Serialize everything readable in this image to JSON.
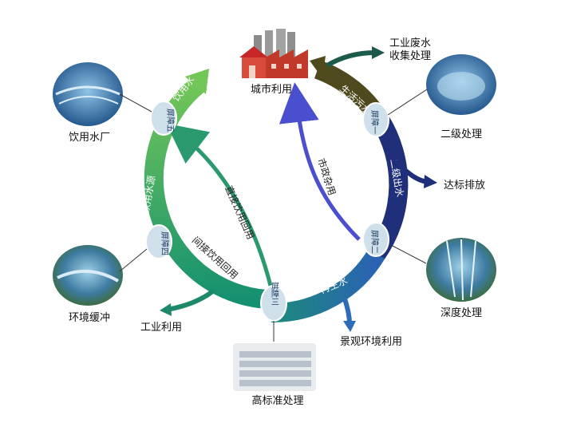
{
  "stages": {
    "city_use": "城市利用",
    "secondary_treatment": "二级处理",
    "advanced_treatment": "深度处理",
    "high_standard_treatment": "高标准处理",
    "env_buffer": "环境缓冲",
    "drinking_plant": "饮用水厂"
  },
  "arc_labels": {
    "sewage": "生活污水",
    "secondary_effluent": "二级出水",
    "reclaimed_water": "再生水",
    "drinking_source": "饮用水源",
    "drinking_water": "饮用水"
  },
  "barriers": {
    "b1": "屏障一",
    "b2": "屏障二",
    "b3": "屏障三",
    "b4": "屏障四",
    "b5": "屏障五"
  },
  "outputs": {
    "industrial_wastewater": "工业废水收集处理",
    "discharge": "达标排放",
    "landscape": "景观环境利用",
    "industrial_use": "工业利用"
  },
  "flows": {
    "municipal": "市政杂用",
    "direct_potable": "直接饮用回用",
    "indirect_potable": "间接饮用回用"
  },
  "colors": {
    "arc_sewage": "#4e4a1e",
    "arc_secondary": "#1f2f7a",
    "arc_reclaimed": "#2e6bb8",
    "arc_green_dark": "#1f9a6a",
    "arc_green_light": "#6cc15a",
    "node_fill": "#cfe0ea"
  }
}
